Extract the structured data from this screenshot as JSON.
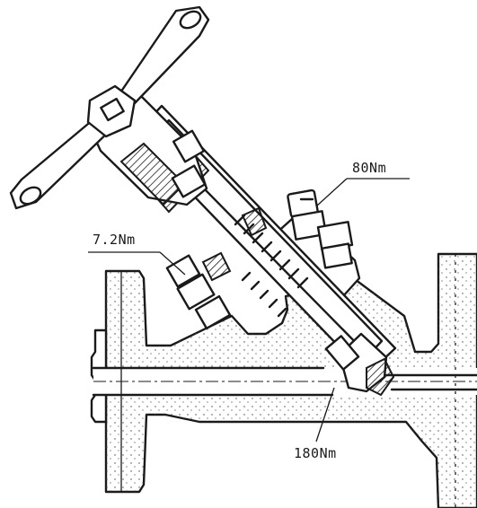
{
  "labels": {
    "bonnet_bolt_torque": "80Nm",
    "gland_bolt_torque": "7.2Nm",
    "seat_torque": "180Nm"
  },
  "colors": {
    "ink": "#1a1a1a",
    "paper": "#ffffff"
  }
}
